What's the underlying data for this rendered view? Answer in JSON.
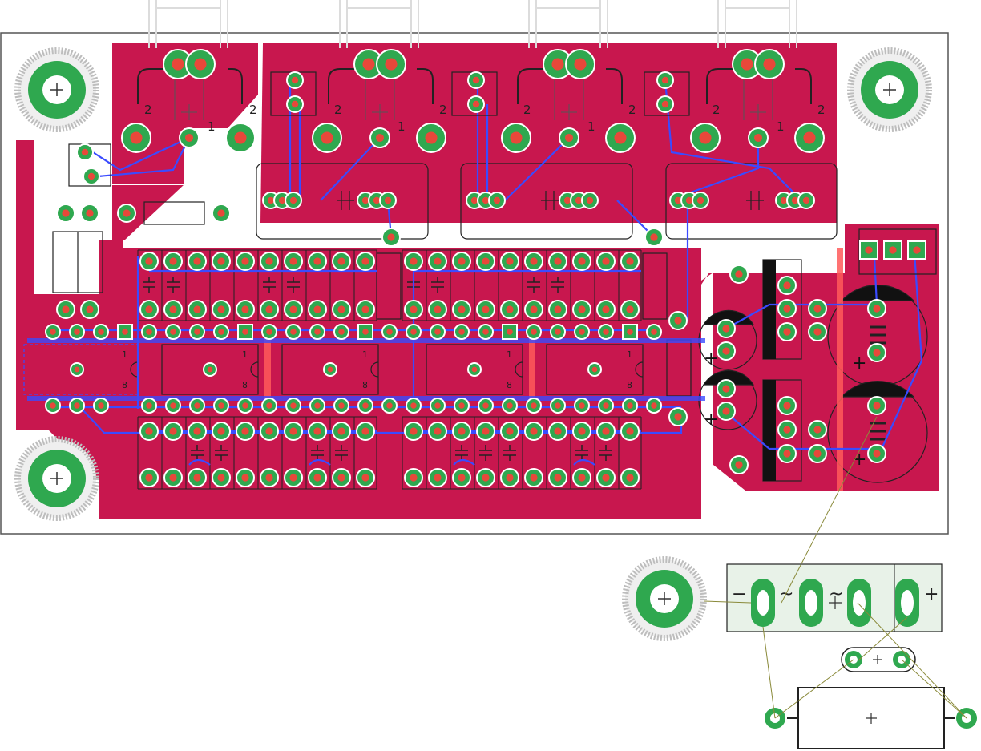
{
  "jack_labels": [
    {
      "left": "2",
      "center": "1",
      "right": "2"
    },
    {
      "left": "2",
      "center": "1",
      "right": "2"
    },
    {
      "left": "2",
      "center": "1",
      "right": "2"
    },
    {
      "left": "2",
      "center": "1",
      "right": "2"
    }
  ],
  "ic_pin_labels": [
    {
      "pin1": "1",
      "pin8": "8"
    },
    {
      "pin1": "1",
      "pin8": "8"
    },
    {
      "pin1": "1",
      "pin8": "8"
    },
    {
      "pin1": "1",
      "pin8": "8"
    },
    {
      "pin1": "1",
      "pin8": "8"
    }
  ],
  "bridge_labels": {
    "minus": "−",
    "ac1": "~",
    "ac2": "~",
    "plus": "+"
  },
  "cap_polarity": "+",
  "colors": {
    "board": "#c8174e",
    "top_trace": "#3a4bff",
    "pad_ring": "#2fa84f",
    "pad_hole": "#e8483a",
    "silkscreen": "#ffffff",
    "outline": "#444444",
    "airwire": "#8a8a3a",
    "hole_ring": "#cfcfcf"
  }
}
